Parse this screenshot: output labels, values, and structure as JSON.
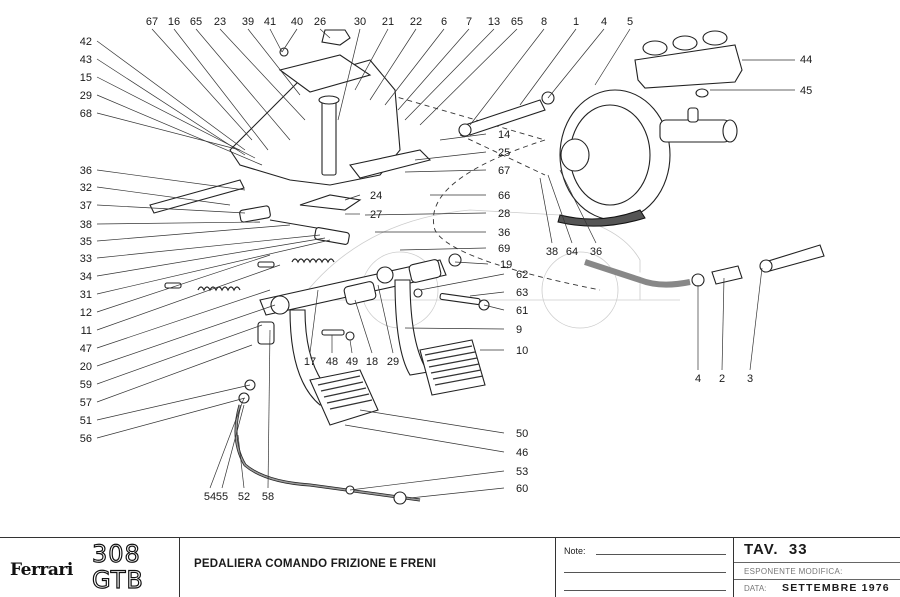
{
  "diagram": {
    "title": "PEDALIERA COMANDO FRIZIONE E FRENI",
    "callouts_top": [
      "67",
      "16",
      "65",
      "23",
      "39",
      "41",
      "40",
      "26",
      "30",
      "21",
      "22",
      "6",
      "7",
      "13",
      "65",
      "8",
      "1",
      "4",
      "5"
    ],
    "callouts_left": [
      "42",
      "43",
      "15",
      "29",
      "68",
      "36",
      "32",
      "37",
      "38",
      "35",
      "33",
      "34",
      "31",
      "12",
      "11",
      "47",
      "20",
      "59",
      "57",
      "51",
      "56"
    ],
    "callouts_right_center": [
      "14",
      "25",
      "67",
      "66",
      "28",
      "36",
      "69",
      "19",
      "62",
      "63",
      "61",
      "9",
      "10",
      "50",
      "46",
      "53",
      "60"
    ],
    "callouts_right": [
      "44",
      "45"
    ],
    "callouts_bottom_right": [
      "4",
      "2",
      "3"
    ],
    "callouts_booster": [
      "38",
      "64",
      "36"
    ],
    "callouts_mid": [
      "24",
      "27",
      "17",
      "48",
      "49",
      "18",
      "29"
    ],
    "callouts_bottom_left": [
      "54",
      "55",
      "52",
      "58"
    ]
  },
  "titleblock": {
    "brand": "Ferrari",
    "model_number": "308",
    "model_name": "GTB",
    "title": "PEDALIERA COMANDO FRIZIONE E FRENI",
    "notes_label": "Note:",
    "tav_label": "TAV.",
    "tav_number": "33",
    "esponente_label": "ESPONENTE MODIFICA:",
    "data_label": "DATA:",
    "data_value": "SETTEMBRE 1976"
  }
}
